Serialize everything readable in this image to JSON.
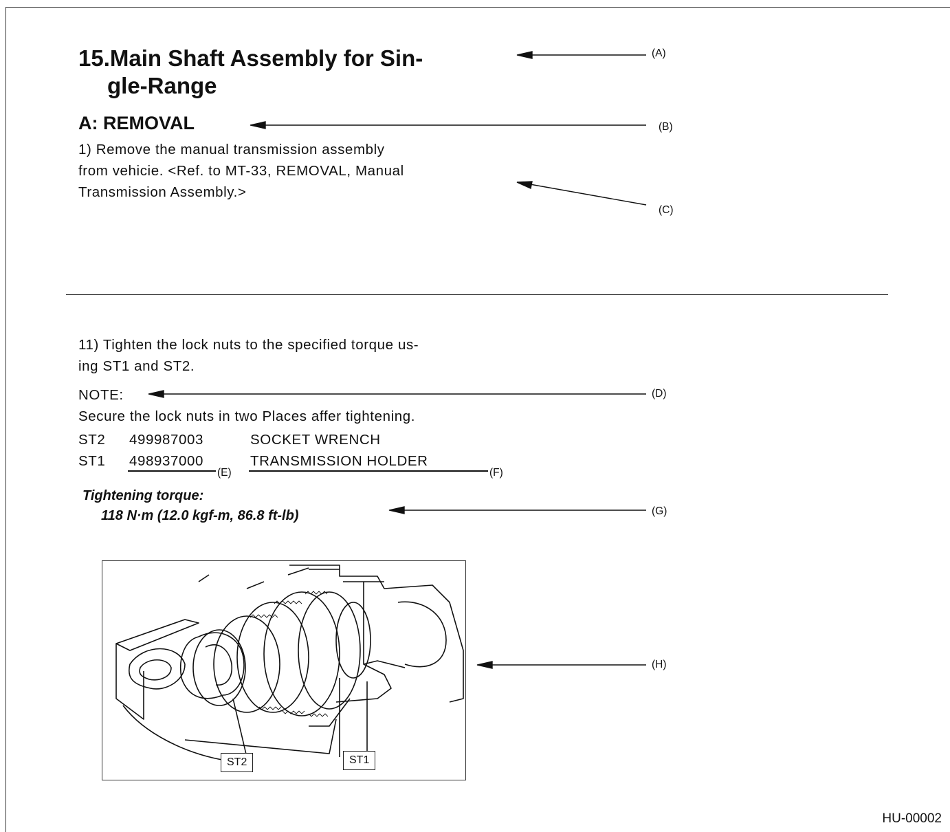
{
  "doc": {
    "title_line1": "15.Main Shaft Assembly for Sin-",
    "title_line2": "gle-Range",
    "subtitle": "A:  REMOVAL",
    "step1_line1": "1) Remove   the  manual  transmission   assembly",
    "step1_line2": "from vehicie. <Ref. to MT-33,  REMOVAL, Manual",
    "step1_line3": "Transmission Assembly.>",
    "step11_line1": "11) Tighten the lock nuts to the specified torque us-",
    "step11_line2": "ing ST1 and ST2.",
    "note_label": "NOTE:",
    "note_text": "Secure the lock nuts in two Places affer tightening.",
    "tools": [
      {
        "id": "ST2",
        "number": "499987003",
        "name": "SOCKET WRENCH"
      },
      {
        "id": "ST1",
        "number": "498937000",
        "name": "TRANSMISSION  HOLDER"
      }
    ],
    "torque_label": "Tightening  torque:",
    "torque_value": "118 N·m (12.0 kgf-m,  86.8 ft-lb)",
    "figure_labels": {
      "st2": "ST2",
      "st1": "ST1"
    },
    "figure_code": "HU-00002"
  },
  "callouts": {
    "a": "(A)",
    "b": "(B)",
    "c": "(C)",
    "d": "(D)",
    "e": "(E)",
    "f": "(F)",
    "g": "(G)",
    "h": "(H)"
  }
}
